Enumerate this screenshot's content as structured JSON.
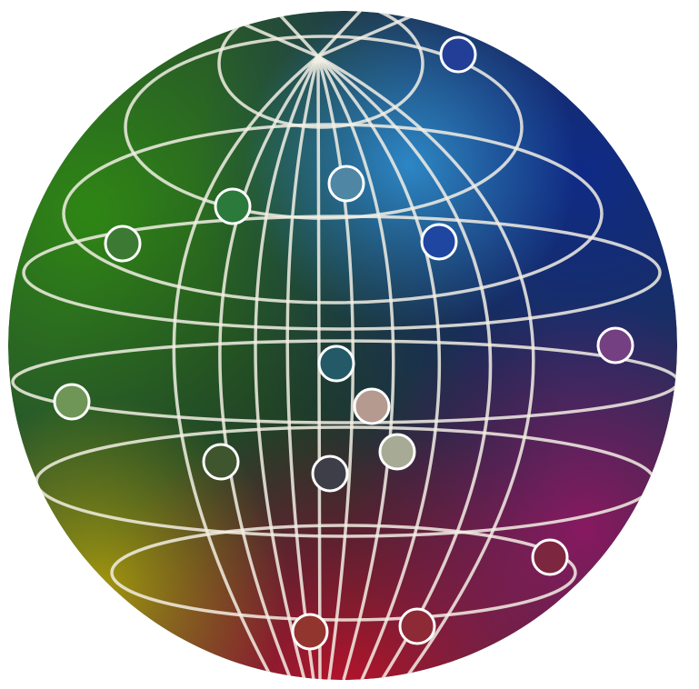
{
  "figure": {
    "kind": "color sphere with sample markers",
    "background": "#ffffff",
    "grid_color": "#f2efe4",
    "marker_stroke": "#ffffff"
  },
  "sphere": {
    "colors": {
      "green": "#2f8a12",
      "blue": "#0e2a8a",
      "cyan": "#2f8fd0",
      "red": "#c0102a",
      "magenta": "#9a1466",
      "yellow": "#c8b400",
      "dark_center": "#23333b"
    }
  },
  "markers": [
    {
      "name": "marker-blue-top",
      "color": "#233e96"
    },
    {
      "name": "marker-steel-blue",
      "color": "#4f86a4"
    },
    {
      "name": "marker-green-upper",
      "color": "#2b7a3b"
    },
    {
      "name": "marker-green-left",
      "color": "#3c7a34"
    },
    {
      "name": "marker-blue-right",
      "color": "#1f46a0"
    },
    {
      "name": "marker-purple-right",
      "color": "#744081"
    },
    {
      "name": "marker-teal-center",
      "color": "#245a67"
    },
    {
      "name": "marker-sage-left",
      "color": "#6f9656"
    },
    {
      "name": "marker-tan-center",
      "color": "#b59a8f"
    },
    {
      "name": "marker-gray-center",
      "color": "#a7aa95"
    },
    {
      "name": "marker-dark-green",
      "color": "#3f552d"
    },
    {
      "name": "marker-charcoal",
      "color": "#3e3e49"
    },
    {
      "name": "marker-maroon-right",
      "color": "#7d2640"
    },
    {
      "name": "marker-red-bottom-left",
      "color": "#93352f"
    },
    {
      "name": "marker-red-bottom-right",
      "color": "#8d2a35"
    }
  ]
}
